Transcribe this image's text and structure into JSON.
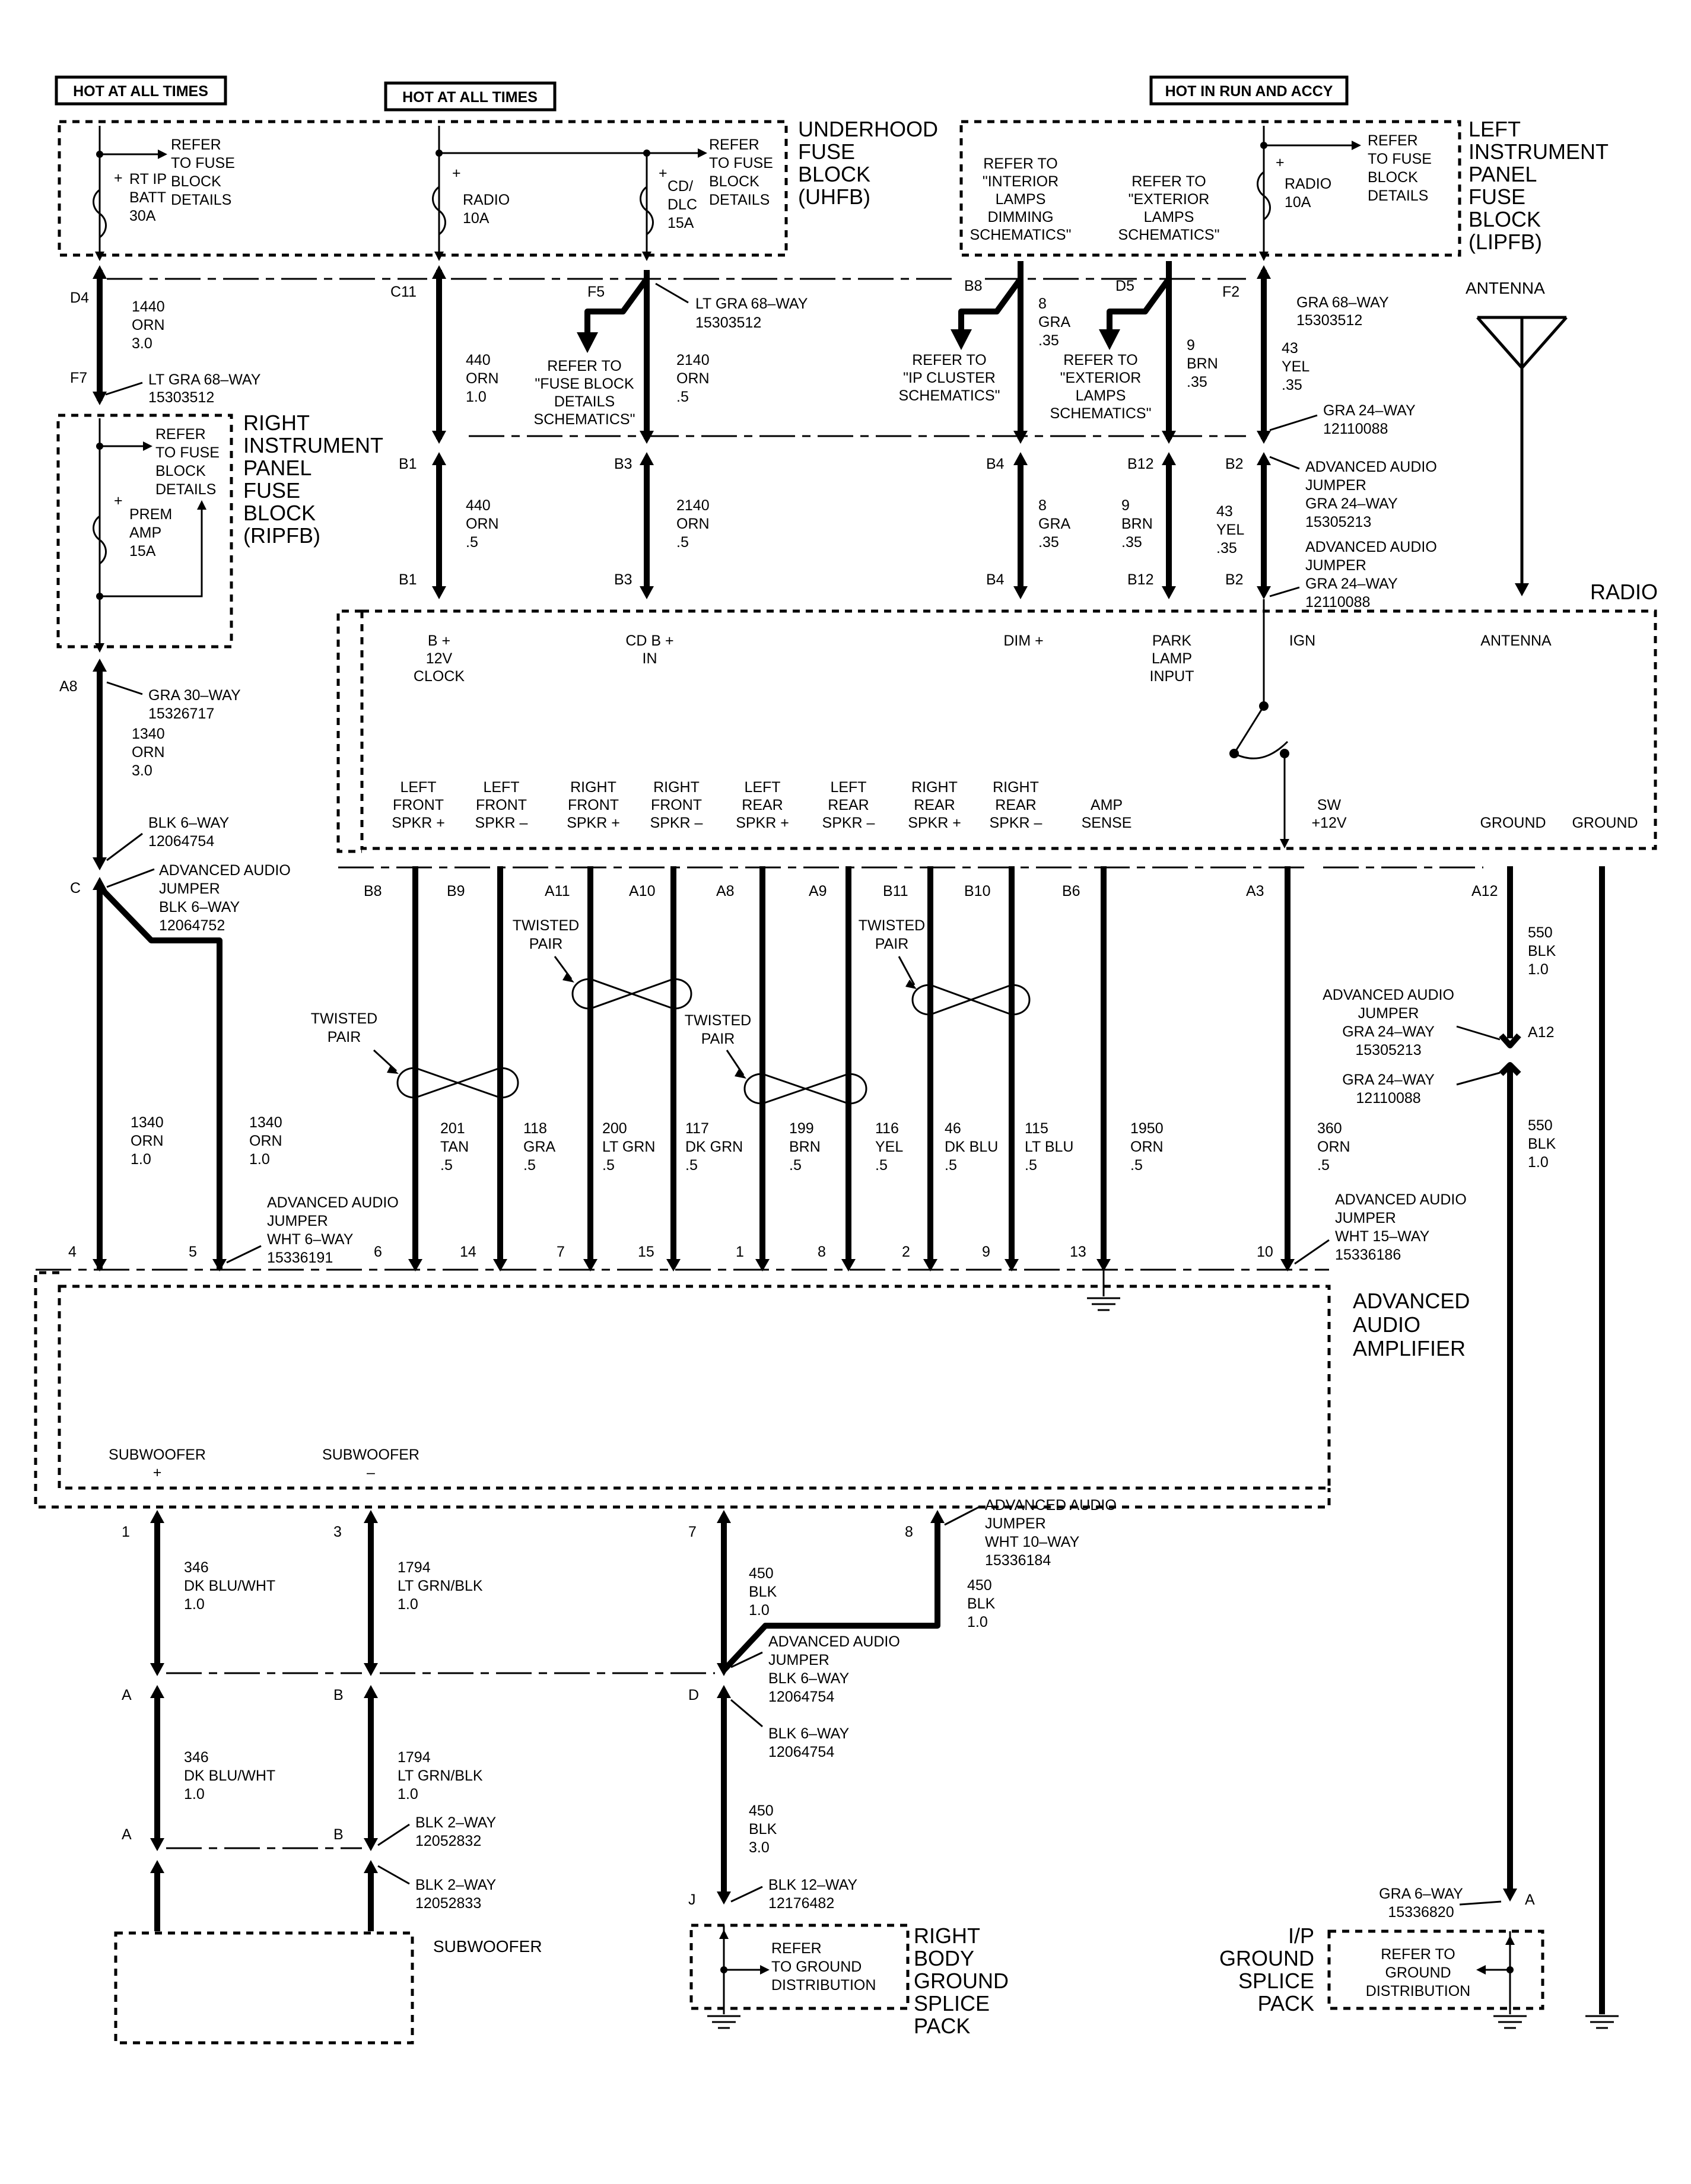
{
  "hot_labels": {
    "left": "HOT AT ALL TIMES",
    "center": "HOT AT ALL TIMES",
    "right": "HOT IN RUN AND ACCY"
  },
  "uhfb": {
    "name": [
      "UNDERHOOD",
      "FUSE",
      "BLOCK",
      "(UHFB)"
    ],
    "refer_left": [
      "REFER",
      "TO FUSE",
      "BLOCK",
      "DETAILS"
    ],
    "refer_right": [
      "REFER",
      "TO FUSE",
      "BLOCK",
      "DETAILS"
    ],
    "fuse_rtip": [
      "RT IP",
      "BATT",
      "30A"
    ],
    "fuse_radio": [
      "RADIO",
      "10A"
    ],
    "fuse_cd": [
      "CD/",
      "DLC",
      "15A"
    ]
  },
  "lipfb": {
    "name": [
      "LEFT",
      "INSTRUMENT",
      "PANEL",
      "FUSE",
      "BLOCK",
      "(LIPFB)"
    ],
    "refer_interior": [
      "REFER TO",
      "\"INTERIOR",
      "LAMPS",
      "DIMMING",
      "SCHEMATICS\""
    ],
    "refer_exterior": [
      "REFER TO",
      "\"EXTERIOR",
      "LAMPS",
      "SCHEMATICS\""
    ],
    "fuse_radio": [
      "RADIO",
      "10A"
    ],
    "refer_fuse": [
      "REFER",
      "TO FUSE",
      "BLOCK",
      "DETAILS"
    ]
  },
  "ripfb": {
    "name": [
      "RIGHT",
      "INSTRUMENT",
      "PANEL",
      "FUSE",
      "BLOCK",
      "(RIPFB)"
    ],
    "refer": [
      "REFER",
      "TO FUSE",
      "BLOCK",
      "DETAILS"
    ],
    "fuse": [
      "PREM",
      "AMP",
      "15A"
    ]
  },
  "upper": {
    "d4": "D4",
    "f7": "F7",
    "c11": "C11",
    "f5": "F5",
    "b8": "B8",
    "d5": "D5",
    "f2": "F2",
    "w1440": [
      "1440",
      "ORN",
      "3.0"
    ],
    "conn_f7": [
      "LT GRA 68–WAY",
      "15303512"
    ],
    "w440": [
      "440",
      "ORN",
      "1.0"
    ],
    "ref_fuse_sch": [
      "REFER TO",
      "\"FUSE BLOCK",
      "DETAILS",
      "SCHEMATICS\""
    ],
    "conn_f5": [
      "LT GRA 68–WAY",
      "15303512"
    ],
    "w2140": [
      "2140",
      "ORN",
      ".5"
    ],
    "ref_ip": [
      "REFER TO",
      "\"IP CLUSTER",
      "SCHEMATICS\""
    ],
    "w8": [
      "8",
      "GRA",
      ".35"
    ],
    "ref_ext": [
      "REFER TO",
      "\"EXTERIOR",
      "LAMPS",
      "SCHEMATICS\""
    ],
    "w9": [
      "9",
      "BRN",
      ".35"
    ],
    "w43": [
      "43",
      "YEL",
      ".35"
    ],
    "conn_f2": [
      "GRA 68–WAY",
      "15303512"
    ],
    "conn_24": [
      "GRA 24–WAY",
      "12110088"
    ]
  },
  "mid": {
    "b1": "B1",
    "b3": "B3",
    "b4": "B4",
    "b12": "B12",
    "b2": "B2",
    "w440": [
      "440",
      "ORN",
      ".5"
    ],
    "w2140": [
      "2140",
      "ORN",
      ".5"
    ],
    "w8": [
      "8",
      "GRA",
      ".35"
    ],
    "w9": [
      "9",
      "BRN",
      ".35"
    ],
    "w43": [
      "43",
      "YEL",
      ".35"
    ],
    "jumper_top": [
      "ADVANCED AUDIO",
      "JUMPER",
      "GRA 24–WAY",
      "15305213"
    ],
    "jumper_bot": [
      "ADVANCED AUDIO",
      "JUMPER",
      "GRA 24–WAY",
      "12110088"
    ]
  },
  "antenna": "ANTENNA",
  "radio": {
    "name": "RADIO",
    "pin_b12v": [
      "B +",
      "12V",
      "CLOCK"
    ],
    "pin_cd": [
      "CD B +",
      "IN"
    ],
    "pin_dim": "DIM +",
    "pin_park": [
      "PARK",
      "LAMP",
      "INPUT"
    ],
    "pin_ign": "IGN",
    "pin_antenna": "ANTENNA",
    "pin_sw": [
      "SW",
      "+12V"
    ],
    "pin_ground1": "GROUND",
    "pin_ground2": "GROUND",
    "speakers": [
      [
        "LEFT",
        "FRONT",
        "SPKR +"
      ],
      [
        "LEFT",
        "FRONT",
        "SPKR –"
      ],
      [
        "RIGHT",
        "FRONT",
        "SPKR +"
      ],
      [
        "RIGHT",
        "FRONT",
        "SPKR –"
      ],
      [
        "LEFT",
        "REAR",
        "SPKR +"
      ],
      [
        "LEFT",
        "REAR",
        "SPKR –"
      ],
      [
        "RIGHT",
        "REAR",
        "SPKR +"
      ],
      [
        "RIGHT",
        "REAR",
        "SPKR –"
      ],
      [
        "AMP",
        "SENSE"
      ]
    ]
  },
  "ripfb_out": {
    "a8": "A8",
    "conn": [
      "GRA 30–WAY",
      "15326717"
    ],
    "wire": [
      "1340",
      "ORN",
      "3.0"
    ],
    "blk6": [
      "BLK 6–WAY",
      "12064754"
    ],
    "c": "C",
    "jumper": [
      "ADVANCED AUDIO",
      "JUMPER",
      "BLK 6–WAY",
      "12064752"
    ],
    "w1340a": [
      "1340",
      "ORN",
      "1.0"
    ],
    "w1340b": [
      "1340",
      "ORN",
      "1.0"
    ]
  },
  "speaker_wires": {
    "pins_top": [
      "B8",
      "B9",
      "A11",
      "A10",
      "A8",
      "A9",
      "B11",
      "B10",
      "B6",
      "A3",
      "A12"
    ],
    "twisted": [
      "TWISTED",
      "PAIR"
    ],
    "wires": [
      [
        "201",
        "TAN",
        ".5"
      ],
      [
        "118",
        "GRA",
        ".5"
      ],
      [
        "200",
        "LT GRN",
        ".5"
      ],
      [
        "117",
        "DK GRN",
        ".5"
      ],
      [
        "199",
        "BRN",
        ".5"
      ],
      [
        "116",
        "YEL",
        ".5"
      ],
      [
        "46",
        "DK BLU",
        ".5"
      ],
      [
        "115",
        "LT BLU",
        ".5"
      ],
      [
        "1950",
        "ORN",
        ".5"
      ],
      [
        "360",
        "ORN",
        ".5"
      ]
    ],
    "pins_bottom": [
      "6",
      "14",
      "7",
      "15",
      "1",
      "8",
      "2",
      "9",
      "13",
      "10"
    ]
  },
  "ground_right": {
    "w550a": [
      "550",
      "BLK",
      "1.0"
    ],
    "jumper": [
      "ADVANCED AUDIO",
      "JUMPER",
      "GRA 24–WAY",
      "15305213"
    ],
    "a12": "A12",
    "conn": [
      "GRA 24–WAY",
      "12110088"
    ],
    "w550b": [
      "550",
      "BLK",
      "1.0"
    ],
    "conn6": [
      "GRA 6–WAY",
      "15336820"
    ],
    "a": "A"
  },
  "amplifier": {
    "name": [
      "ADVANCED",
      "AUDIO",
      "AMPLIFIER"
    ],
    "pin4": "4",
    "pin5": "5",
    "jumper_wht6": [
      "ADVANCED AUDIO",
      "JUMPER",
      "WHT 6–WAY",
      "15336191"
    ],
    "jumper_wht15": [
      "ADVANCED AUDIO",
      "JUMPER",
      "WHT 15–WAY",
      "15336186"
    ],
    "sub_plus": [
      "SUBWOOFER",
      "+"
    ],
    "sub_minus": [
      "SUBWOOFER",
      "–"
    ]
  },
  "lower": {
    "p1": "1",
    "p3": "3",
    "p7": "7",
    "p8": "8",
    "w346": [
      "346",
      "DK BLU/WHT",
      "1.0"
    ],
    "w1794": [
      "1794",
      "LT GRN/BLK",
      "1.0"
    ],
    "w450a": [
      "450",
      "BLK",
      "1.0"
    ],
    "jumper_wht10": [
      "ADVANCED AUDIO",
      "JUMPER",
      "WHT 10–WAY",
      "15336184"
    ],
    "w450b": [
      "450",
      "BLK",
      "1.0"
    ],
    "jumper_blk6": [
      "ADVANCED AUDIO",
      "JUMPER",
      "BLK 6–WAY",
      "12064754"
    ],
    "pA": "A",
    "pB": "B",
    "pD": "D",
    "w346b": [
      "346",
      "DK BLU/WHT",
      "1.0"
    ],
    "w1794b": [
      "1794",
      "LT GRN/BLK",
      "1.0"
    ],
    "blk6": [
      "BLK 6–WAY",
      "12064754"
    ],
    "w450c": [
      "450",
      "BLK",
      "3.0"
    ],
    "pA2": "A",
    "pB2": "B",
    "blk2a": [
      "BLK 2–WAY",
      "12052832"
    ],
    "blk2b": [
      "BLK 2–WAY",
      "12052833"
    ],
    "pJ": "J",
    "blk12": [
      "BLK 12–WAY",
      "12176482"
    ],
    "subwoofer": "SUBWOOFER",
    "rbg": [
      "RIGHT",
      "BODY",
      "GROUND",
      "SPLICE",
      "PACK"
    ],
    "ref_ground_l": [
      "REFER",
      "TO GROUND",
      "DISTRIBUTION"
    ],
    "ipg": [
      "I/P",
      "GROUND",
      "SPLICE",
      "PACK"
    ],
    "ref_ground_r": [
      "REFER TO",
      "GROUND",
      "DISTRIBUTION"
    ]
  }
}
